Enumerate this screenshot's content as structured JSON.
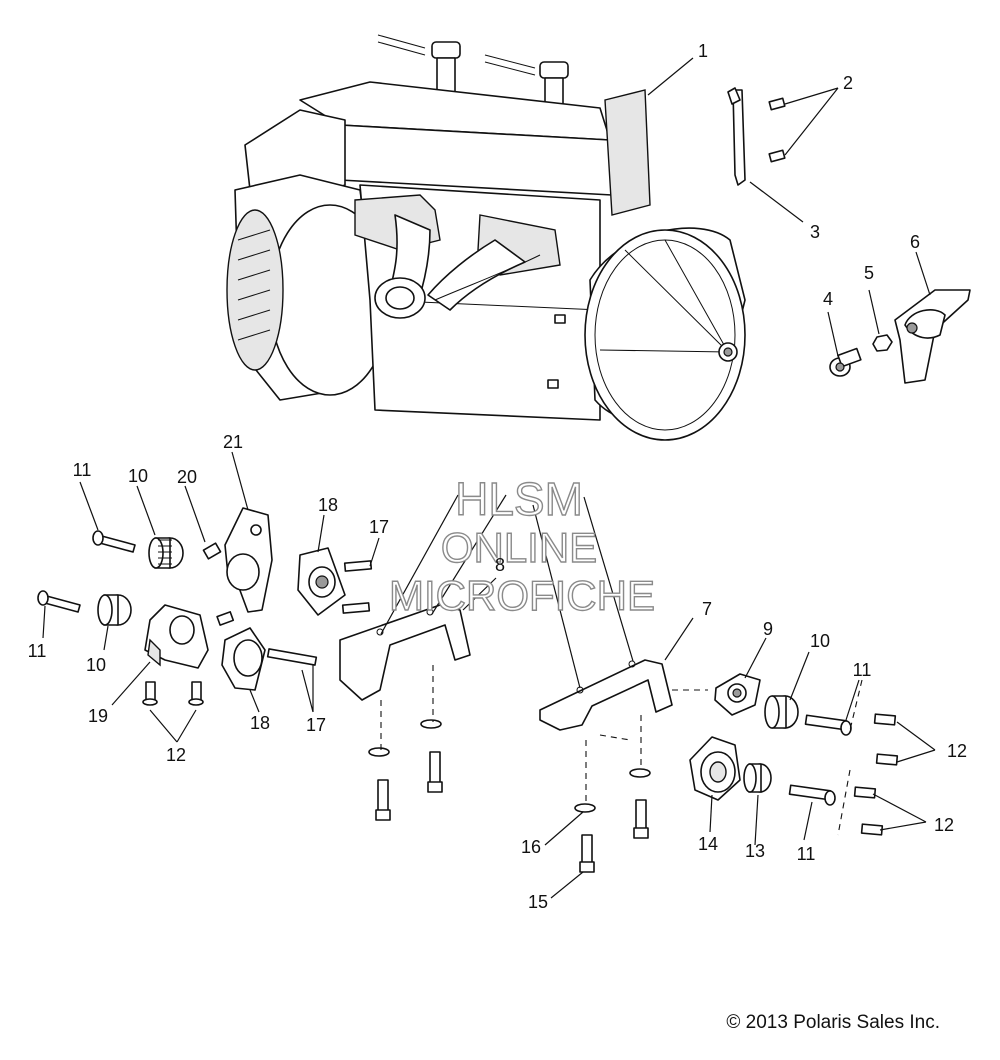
{
  "watermark": {
    "line1": "HLSM",
    "line2": "ONLINE",
    "line3": "MICROFICHE"
  },
  "copyright": "© 2013 Polaris Sales Inc.",
  "callouts": {
    "c1": "1",
    "c2": "2",
    "c3": "3",
    "c4": "4",
    "c5": "5",
    "c6": "6",
    "c7": "7",
    "c8": "8",
    "c9": "9",
    "c10a": "10",
    "c10b": "10",
    "c10c": "10",
    "c11a": "11",
    "c11b": "11",
    "c11c": "11",
    "c11d": "11",
    "c12a": "12",
    "c12b": "12",
    "c12c": "12",
    "c13": "13",
    "c14": "14",
    "c15": "15",
    "c16": "16",
    "c17a": "17",
    "c17b": "17",
    "c18a": "18",
    "c18b": "18",
    "c19": "19",
    "c20": "20",
    "c21": "21"
  }
}
